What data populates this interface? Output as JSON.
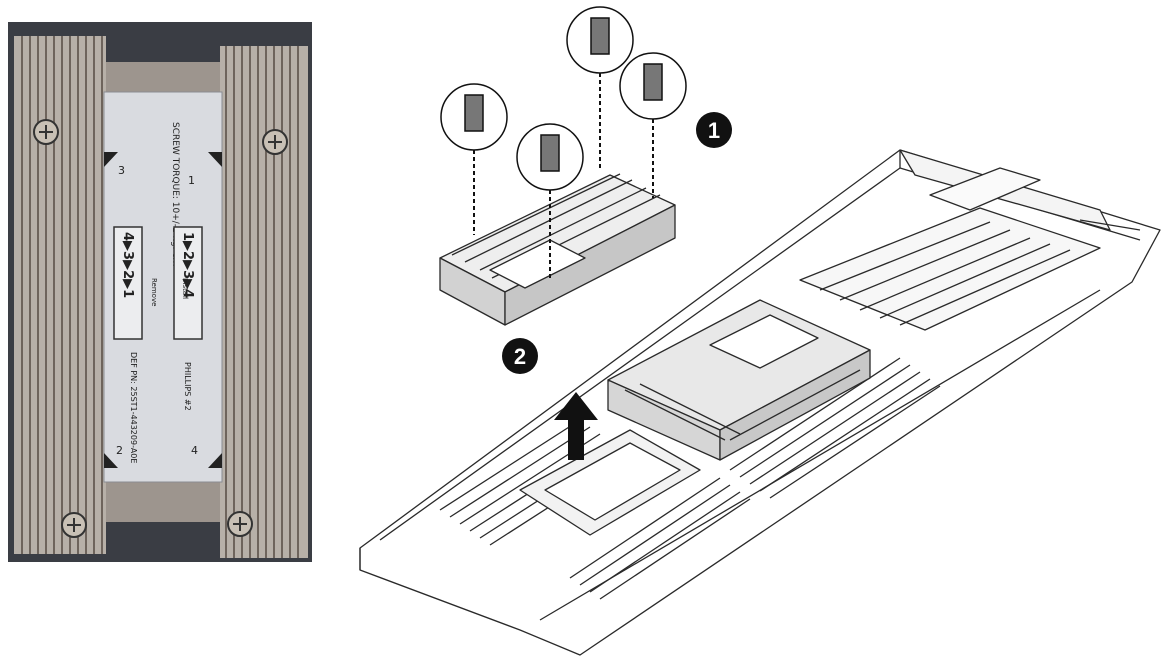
{
  "photo": {
    "label_text": {
      "screw_torque": "SCREW TORQUE: 10+/-1 kgf-cm",
      "corner_1": "1",
      "corner_2": "2",
      "corner_3": "3",
      "corner_4": "4",
      "install_sequence": "1▶2▶3▶4",
      "remove_sequence": "4▶3▶2▶1",
      "install_caption": "Install",
      "remove_caption": "Remove",
      "part_number": "DEF PN: 25ST1-443209-A0E",
      "brand": "PHILLIPS #2"
    }
  },
  "diagram": {
    "step_1": "1",
    "step_2": "2"
  },
  "colors": {
    "heatsink_metal": "#b7b0a8",
    "fin_shadow": "#6e645c",
    "background_dark": "#3a3d44",
    "label_plate": "#d9dbe0",
    "step_badge": "#111111",
    "line": "#2a2a2a"
  }
}
